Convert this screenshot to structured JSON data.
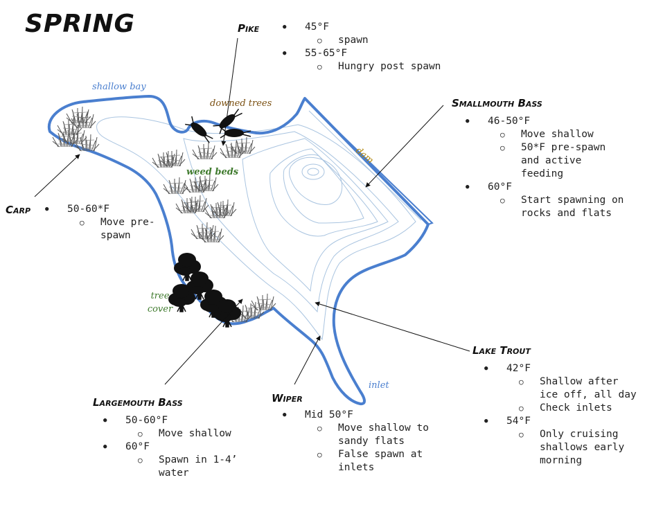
{
  "title": "SPRING",
  "colors": {
    "shore": "#4a7fcf",
    "contour": "#a9c4e0",
    "green_label": "#3f7a2d",
    "brown_label": "#7a4f10",
    "blue_label": "#4a7fcf",
    "gold_label": "#b0850a"
  },
  "map_labels": {
    "shallow_bay": "shallow bay",
    "downed_trees": "downed trees",
    "weed_beds": "weed beds",
    "dam": "dam",
    "tree_cover": "tree cover",
    "inlet": "inlet"
  },
  "species": {
    "pike": {
      "name": "Pike",
      "items": [
        {
          "temp": "45°F",
          "notes": [
            "spawn"
          ]
        },
        {
          "temp": "55-65°F",
          "notes": [
            "Hungry post spawn"
          ]
        }
      ]
    },
    "smallmouth": {
      "name": "Smallmouth Bass",
      "items": [
        {
          "temp": "46-50°F",
          "notes": [
            "Move shallow",
            "50*F pre-spawn and active feeding"
          ]
        },
        {
          "temp": "60°F",
          "notes": [
            "Start spawning on rocks and flats"
          ]
        }
      ]
    },
    "carp": {
      "name": "Carp",
      "items": [
        {
          "temp": "50-60*F",
          "notes": [
            "Move pre-spawn"
          ]
        }
      ]
    },
    "lake_trout": {
      "name": "Lake Trout",
      "items": [
        {
          "temp": "42°F",
          "notes": [
            "Shallow after ice off, all day",
            "Check inlets"
          ]
        },
        {
          "temp": "54°F",
          "notes": [
            "Only cruising shallows early morning"
          ]
        }
      ]
    },
    "largemouth": {
      "name": "Largemouth Bass",
      "items": [
        {
          "temp": "50-60°F",
          "notes": [
            "Move shallow"
          ]
        },
        {
          "temp": "60°F",
          "notes": [
            "Spawn in 1-4’ water"
          ]
        }
      ]
    },
    "wiper": {
      "name": "Wiper",
      "items": [
        {
          "temp": "Mid 50°F",
          "notes": [
            "Move shallow to sandy flats",
            "False spawn at inlets"
          ]
        }
      ]
    }
  }
}
